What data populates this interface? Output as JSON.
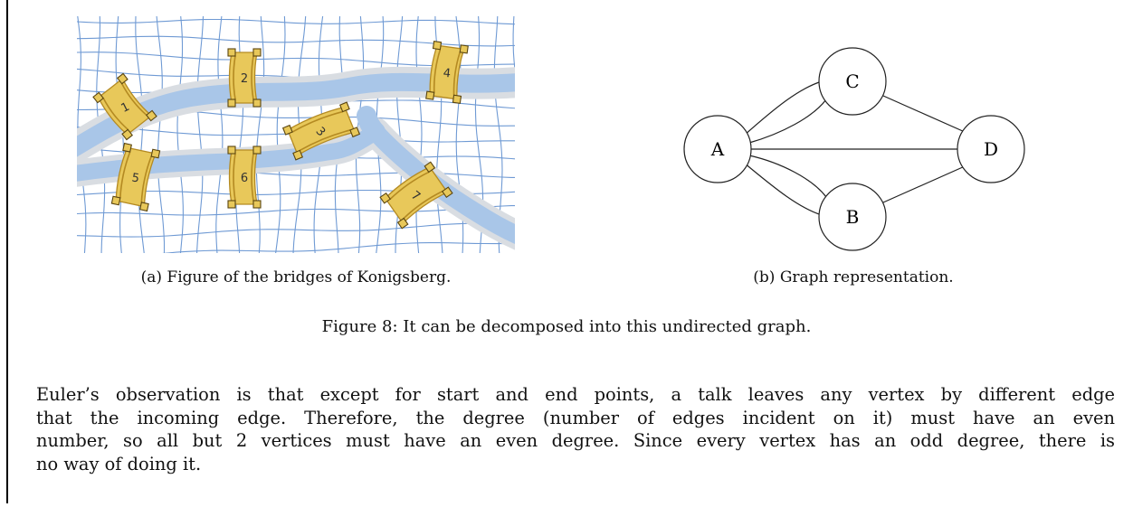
{
  "figure": {
    "caption": "Figure 8: It can be decomposed into this undirected graph.",
    "panel_a": {
      "caption": "(a) Figure of the bridges of Konigsberg.",
      "bridges": [
        "1",
        "2",
        "3",
        "4",
        "5",
        "6",
        "7"
      ],
      "colors": {
        "water": "#a9c6e8",
        "water_edge": "#7fa7d6",
        "bank": "#d9dde2",
        "bridge": "#e8c85a",
        "bridge_dark": "#b48a22",
        "street": "#6f9ad4"
      }
    },
    "panel_b": {
      "caption": "(b) Graph representation.",
      "nodes": [
        "A",
        "B",
        "C",
        "D"
      ]
    }
  },
  "paragraph": {
    "lines": [
      "Euler’s observation is that except for start and end points, a talk leaves any vertex by different edge",
      "that the incoming edge. Therefore, the degree (number of edges incident on it) must have an even",
      "number, so all but 2 vertices must have an even degree. Since every vertex has an odd degree, there is",
      "no way of doing it."
    ]
  }
}
